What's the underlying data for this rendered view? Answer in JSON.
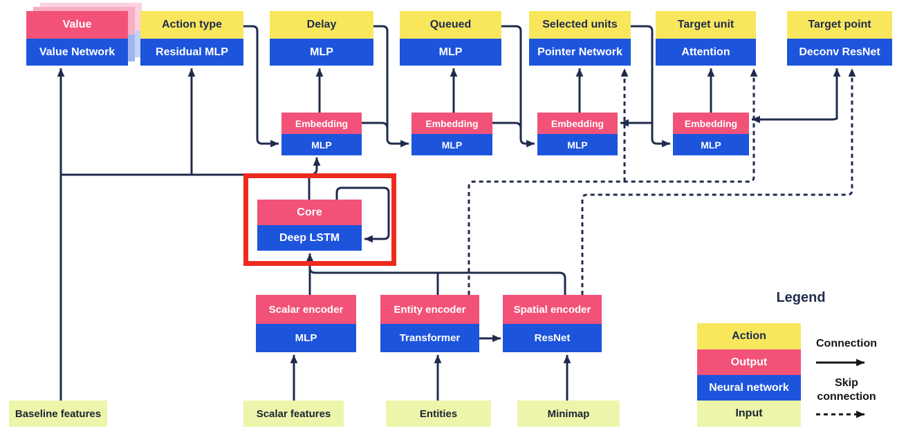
{
  "colors": {
    "action": "#f8e75c",
    "output": "#f25278",
    "network": "#1d54dc",
    "input": "#edf5ab",
    "line": "#1f2b4d",
    "highlight": "#ee2b1e"
  },
  "diagram": {
    "heads": [
      {
        "top": "Value",
        "bottom": "Value Network"
      },
      {
        "top": "Action type",
        "bottom": "Residual MLP"
      },
      {
        "top": "Delay",
        "bottom": "MLP"
      },
      {
        "top": "Queued",
        "bottom": "MLP"
      },
      {
        "top": "Selected units",
        "bottom": "Pointer Network"
      },
      {
        "top": "Target unit",
        "bottom": "Attention"
      },
      {
        "top": "Target point",
        "bottom": "Deconv ResNet"
      }
    ],
    "embeddings": [
      {
        "top": "Embedding",
        "bottom": "MLP"
      },
      {
        "top": "Embedding",
        "bottom": "MLP"
      },
      {
        "top": "Embedding",
        "bottom": "MLP"
      },
      {
        "top": "Embedding",
        "bottom": "MLP"
      }
    ],
    "core": {
      "top": "Core",
      "bottom": "Deep LSTM"
    },
    "encoders": [
      {
        "top": "Scalar encoder",
        "bottom": "MLP"
      },
      {
        "top": "Entity encoder",
        "bottom": "Transformer"
      },
      {
        "top": "Spatial encoder",
        "bottom": "ResNet"
      }
    ],
    "inputs": [
      "Baseline features",
      "Scalar features",
      "Entities",
      "Minimap"
    ]
  },
  "legend": {
    "title": "Legend",
    "items": [
      {
        "label": "Action"
      },
      {
        "label": "Output"
      },
      {
        "label": "Neural network"
      },
      {
        "label": "Input"
      }
    ],
    "connection_label": "Connection",
    "skip_connection_label": "Skip connection"
  }
}
